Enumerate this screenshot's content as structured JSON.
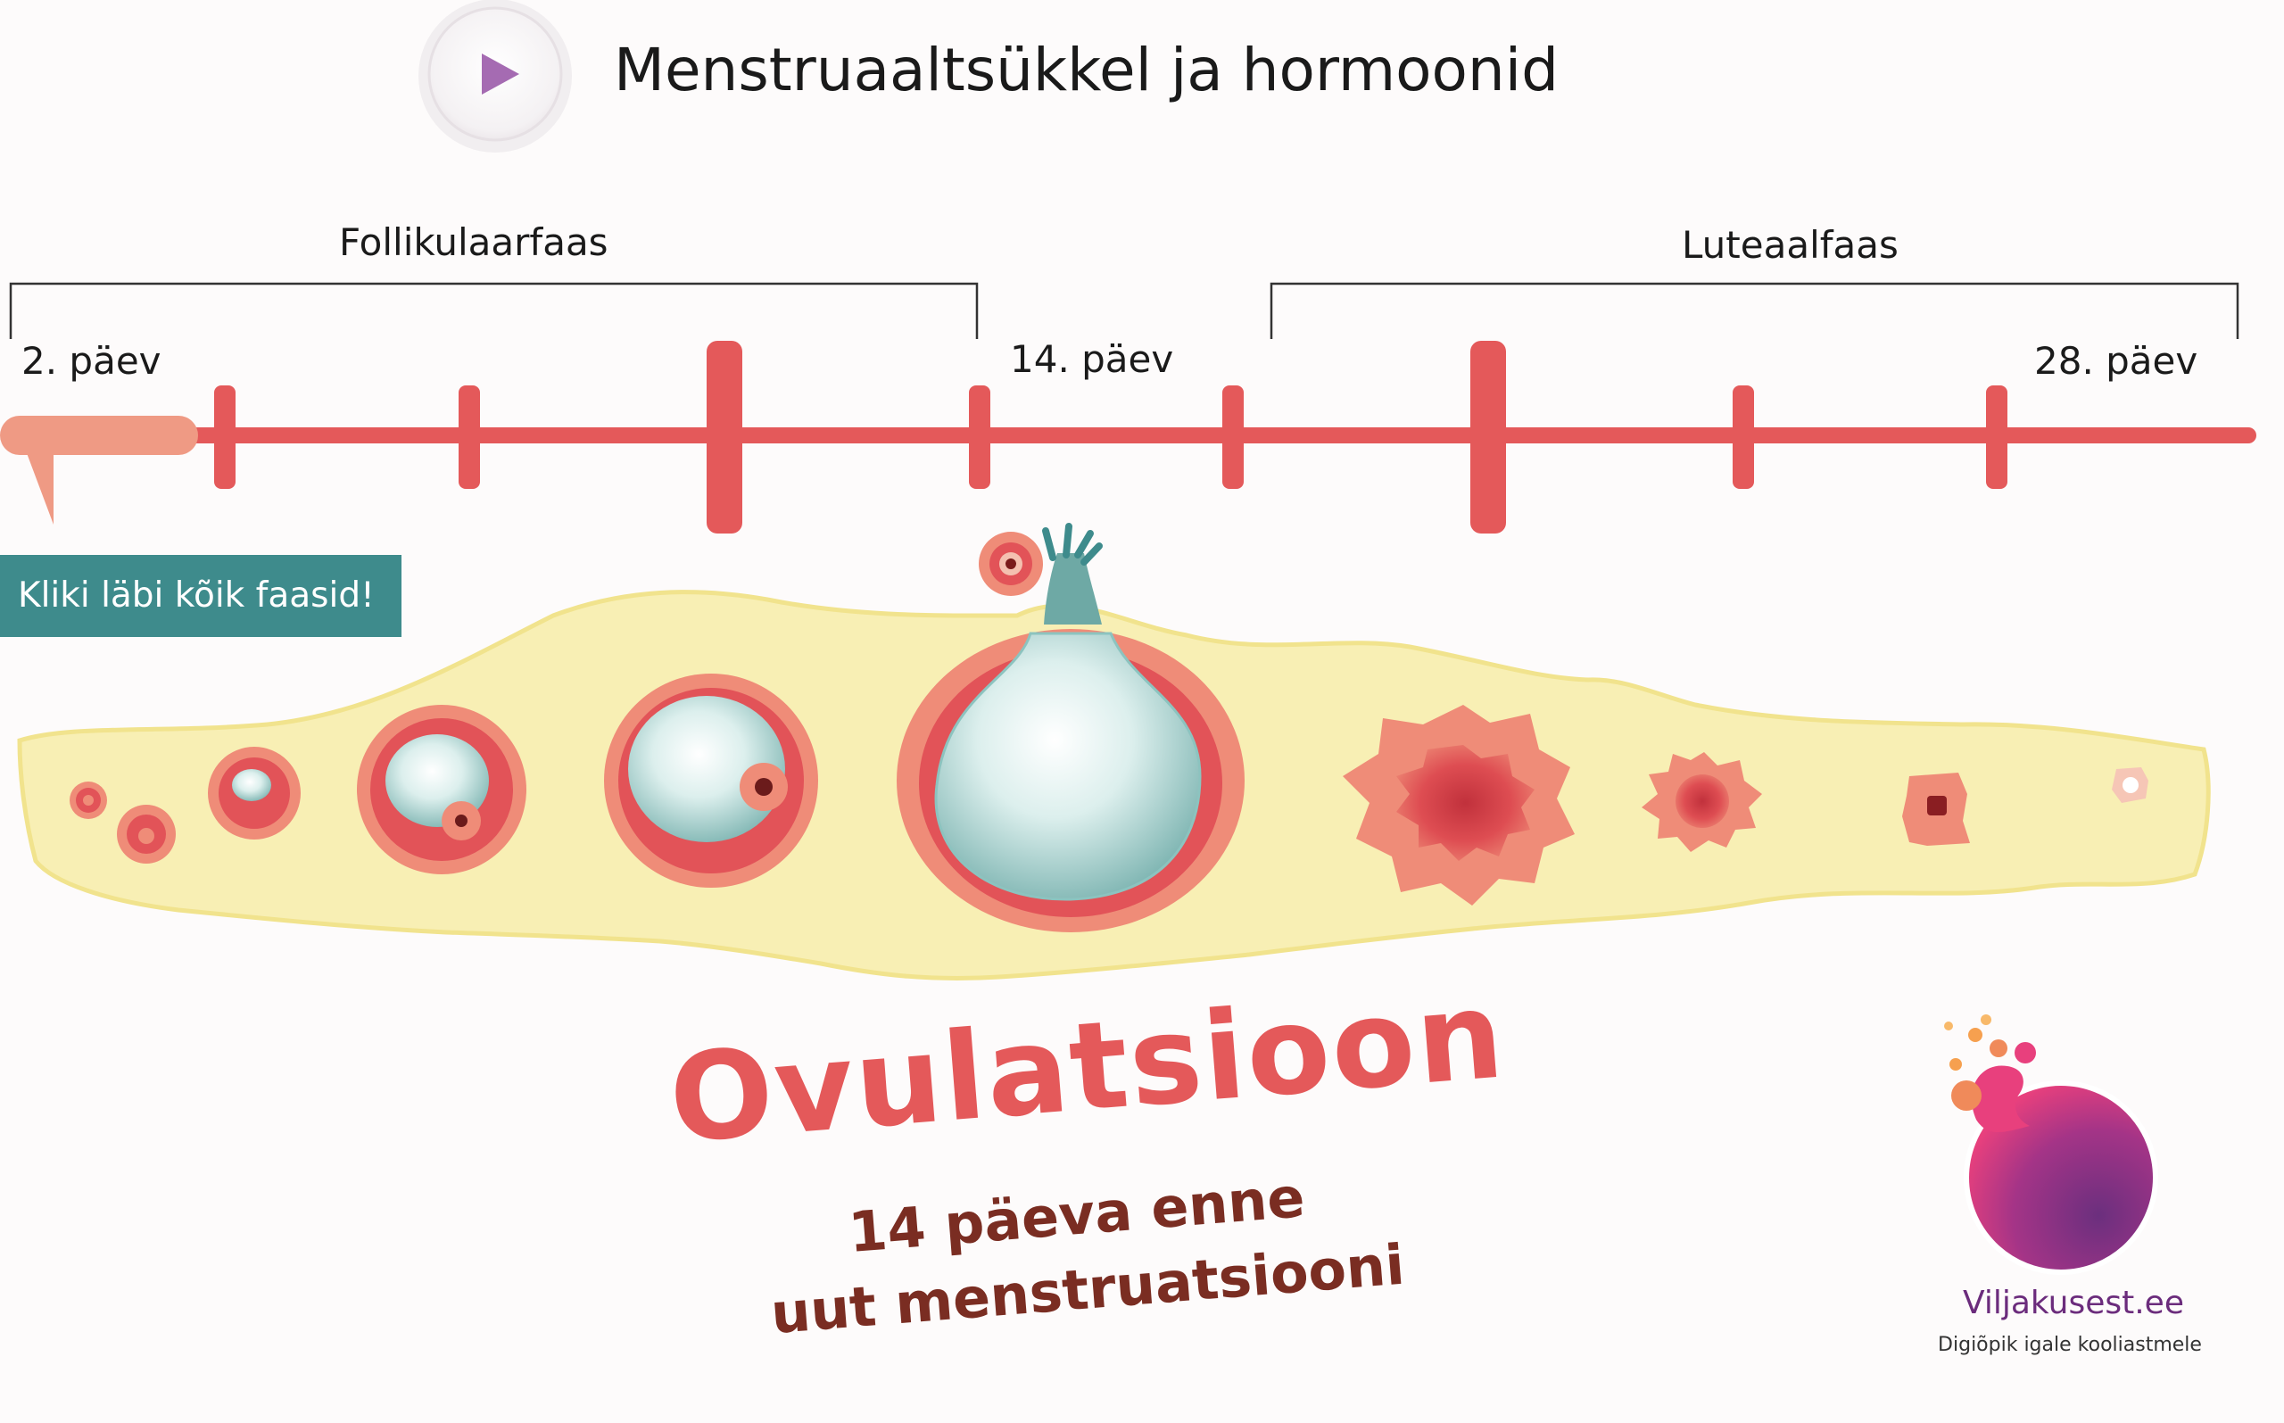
{
  "header": {
    "title": "Menstruaaltsükkel ja hormoonid",
    "play_icon": "play-icon"
  },
  "timeline": {
    "phases": [
      {
        "label": "Follikulaarfaas"
      },
      {
        "label": "Luteaalfaas"
      }
    ],
    "day_labels": [
      {
        "label": "2. päev"
      },
      {
        "label": "14. päev"
      },
      {
        "label": "28. päev"
      }
    ],
    "current_day_marker": "speech-pointer-icon"
  },
  "hint_button": {
    "label": "Kliki läbi kõik faasid!"
  },
  "main": {
    "headline": "Ovulatsioon",
    "subline_1": "14 päeva enne",
    "subline_2": "uut menstruatsiooni"
  },
  "brand": {
    "name": "Viljakusest.ee",
    "tagline": "Digiõpik igale kooliastmele"
  },
  "colors": {
    "timeline": "#e4595a",
    "timeline_progress": "#ef9a84",
    "ovary": "#f8efb4",
    "ovary_border": "#f1e38d",
    "follicle_outer": "#ef8c78",
    "follicle_inner": "#e25358",
    "fluid": "#cfe8e6",
    "hint_bg": "#3e8b8c",
    "headline": "#e4595a",
    "subline": "#7a2d22",
    "brand_text": "#6b2c7c"
  }
}
